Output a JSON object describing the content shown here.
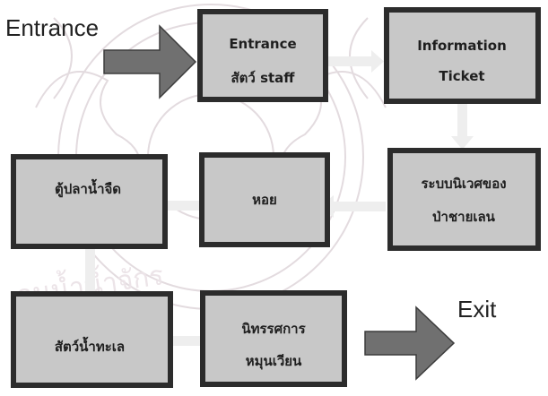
{
  "labels": {
    "entrance": "Entrance",
    "exit": "Exit"
  },
  "boxes": [
    {
      "id": "entrance-box",
      "lines": [
        "Entrance",
        "สัตว์ staff"
      ]
    },
    {
      "id": "information-ticket-box",
      "lines": [
        "Information",
        "Ticket"
      ]
    },
    {
      "id": "ecosystem-box",
      "lines": [
        "ระบบนิเวศของ",
        "ป่าชายเลน"
      ]
    },
    {
      "id": "shell-box",
      "lines": [
        "หอย"
      ]
    },
    {
      "id": "freshwater-tank-box",
      "lines": [
        "ตู้ปลาน้ำจืด"
      ]
    },
    {
      "id": "marine-animals-box",
      "lines": [
        "สัตว์น้ำทะเล"
      ]
    },
    {
      "id": "rotating-exhibit-box",
      "lines": [
        "นิทรรศการ",
        "หมุนเวียน"
      ]
    }
  ],
  "watermark": {
    "text": "อนนํ้าน้ำจักร",
    "color": "#e3dbdf"
  },
  "colors": {
    "box_border": "#2c2c2c",
    "box_fill": "#c8c8c8",
    "big_arrow": "#707070",
    "connector_arrow": "#eeeeee"
  }
}
